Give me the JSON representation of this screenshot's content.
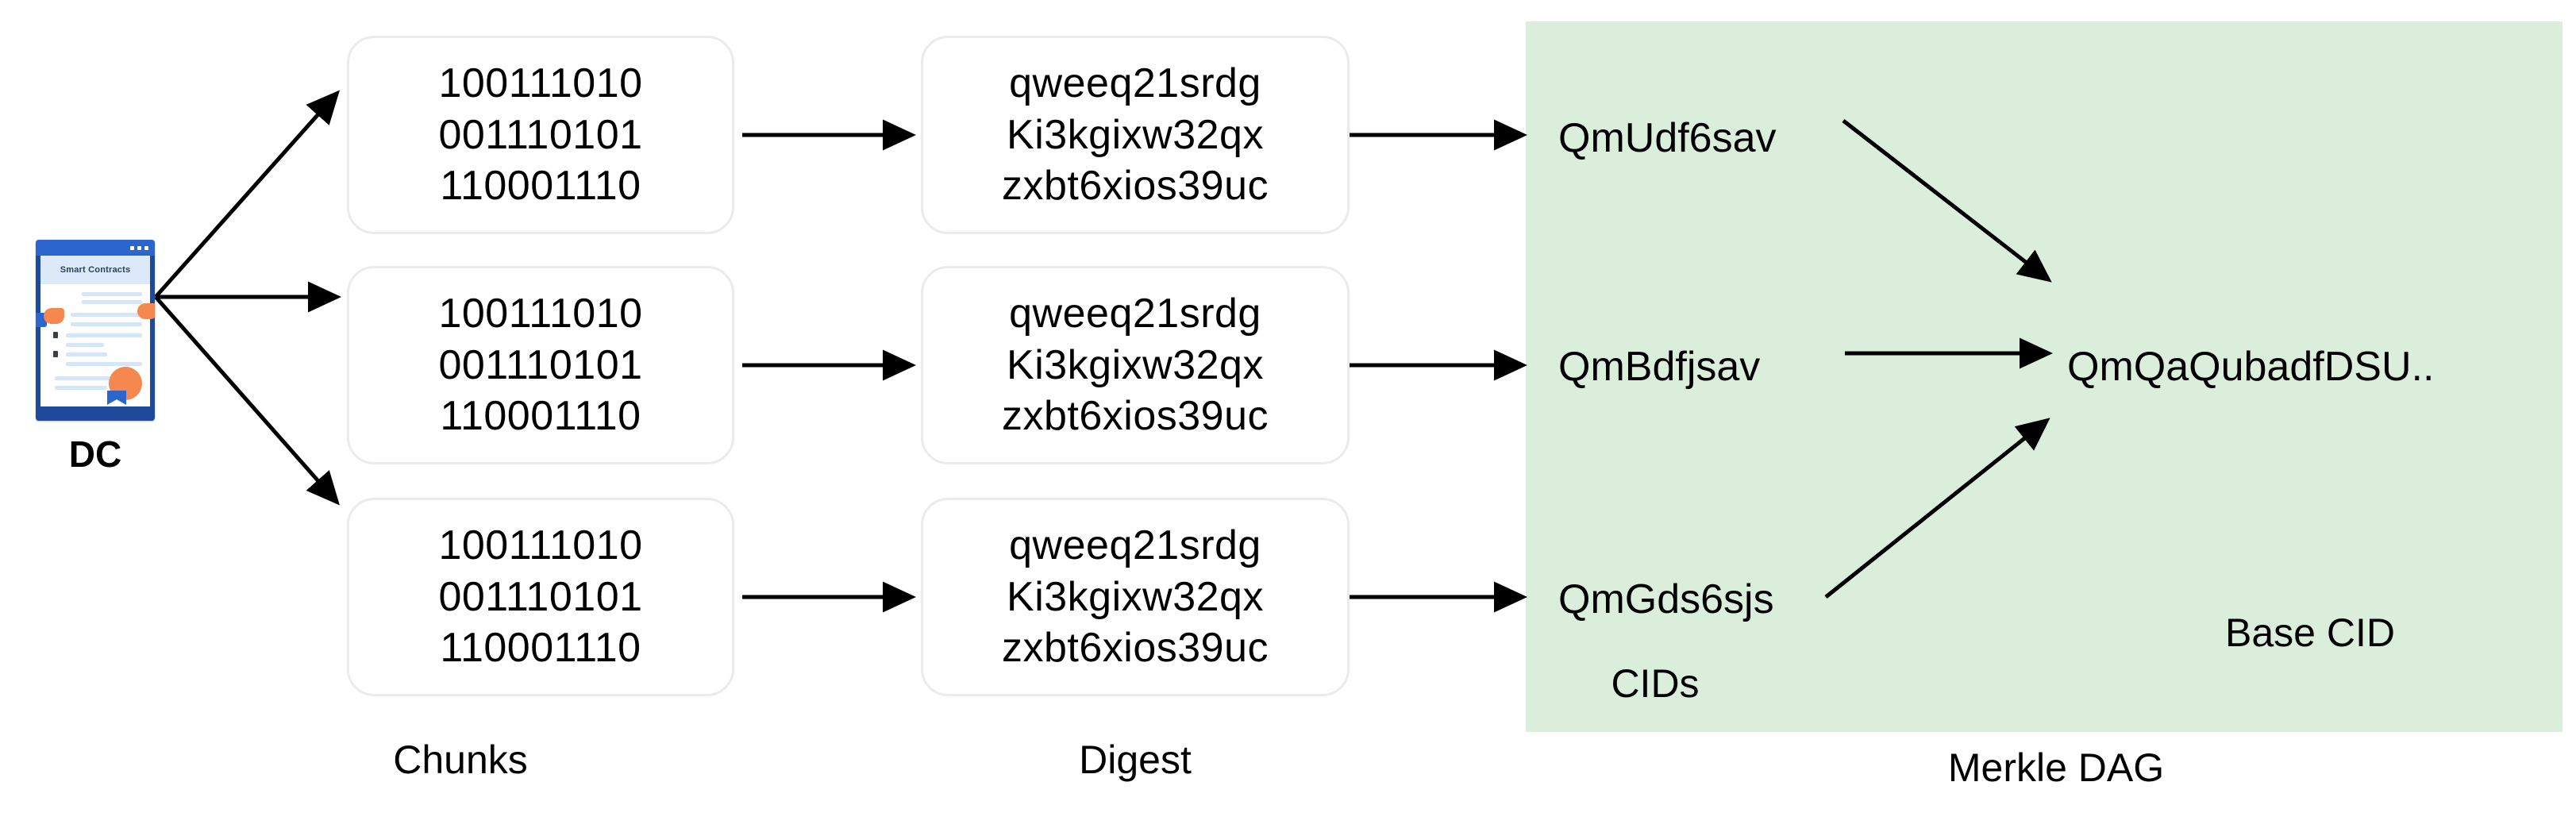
{
  "source": {
    "label": "DC",
    "icon_name": "smart-contract-document-icon",
    "icon_title": "Smart Contracts"
  },
  "columns": {
    "chunks_caption": "Chunks",
    "digest_caption": "Digest",
    "cids_caption": "CIDs",
    "base_cid_caption": "Base CID",
    "merkle_caption": "Merkle DAG"
  },
  "chunks": [
    {
      "lines": [
        "100111010",
        "001110101",
        "110001110"
      ]
    },
    {
      "lines": [
        "100111010",
        "001110101",
        "110001110"
      ]
    },
    {
      "lines": [
        "100111010",
        "001110101",
        "110001110"
      ]
    }
  ],
  "digests": [
    {
      "lines": [
        "qweeq21srdg",
        "Ki3kgixw32qx",
        "zxbt6xios39uc"
      ]
    },
    {
      "lines": [
        "qweeq21srdg",
        "Ki3kgixw32qx",
        "zxbt6xios39uc"
      ]
    },
    {
      "lines": [
        "qweeq21srdg",
        "Ki3kgixw32qx",
        "zxbt6xios39uc"
      ]
    }
  ],
  "cids": [
    {
      "label": "QmUdf6sav"
    },
    {
      "label": "QmBdfjsav"
    },
    {
      "label": "QmGds6sjs"
    }
  ],
  "base_cid": {
    "label": "QmQaQubadfDSU.."
  },
  "colors": {
    "panel_green": "#dbeedb",
    "box_border": "#ebebeb",
    "arrow": "#000000",
    "text": "#000000"
  }
}
